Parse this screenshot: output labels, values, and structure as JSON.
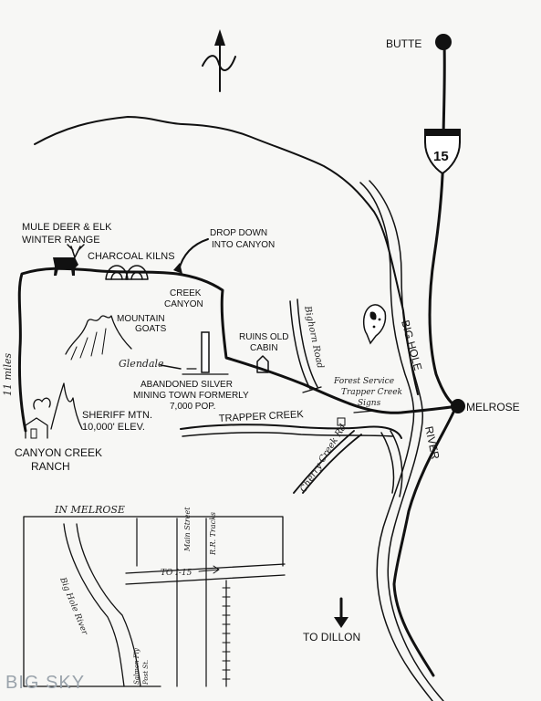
{
  "labels": {
    "butte": "BUTTE",
    "interstate_shield": "15",
    "melrose": "MELROSE",
    "to_dillon": "TO DILLON",
    "mule_deer_1": "MULE DEER & ELK",
    "mule_deer_2": "WINTER RANGE",
    "charcoal_kilns": "CHARCOAL KILNS",
    "drop_down_1": "DROP DOWN",
    "drop_down_2": "INTO CANYON",
    "creek_canyon_1": "CREEK",
    "creek_canyon_2": "CANYON",
    "mountain_goats_1": "MOUNTAIN",
    "mountain_goats_2": "GOATS",
    "ruins_1": "RUINS OLD",
    "ruins_2": "CABIN",
    "bighorn_road": "Bighorn Road",
    "glendale": "Glendale",
    "abandoned_1": "ABANDONED SILVER",
    "abandoned_2": "MINING TOWN FORMERLY",
    "abandoned_3": "7,000 POP.",
    "forest_service_1": "Forest Service",
    "forest_service_2": "Trapper Creek",
    "forest_service_3": "Signs",
    "big_hole": "BIG HOLE",
    "river": "RIVER",
    "trapper_creek": "TRAPPER CREEK",
    "eleven_miles": "11 miles",
    "sheriff_1": "SHERIFF MTN.",
    "sheriff_2": "10,000' ELEV.",
    "canyon_creek_1": "CANYON CREEK",
    "canyon_creek_2": "RANCH",
    "cherry_creek": "Cherry Creek Rd",
    "in_melrose": "IN MELROSE",
    "main_street": "Main Street",
    "rr_tracks": "R.R. Tracks",
    "big_hole_river_inset": "Big Hole River",
    "to_i15": "TO I-15",
    "salmon_fly": "Salmon Fly",
    "salmon_fly_2": "Post St.",
    "watermark": "BIG SKY"
  },
  "icons": {
    "north_arrow": "north-arrow-icon",
    "city_marker": "city-dot-icon",
    "interstate": "interstate-shield-icon",
    "elk": "elk-icon",
    "kilns": "charcoal-kiln-icon",
    "fish": "trout-icon",
    "smokestack": "smokestack-icon",
    "cabin": "cabin-icon"
  },
  "colors": {
    "ink": "#111111",
    "paper": "#f7f7f5",
    "watermark": "#9aa3ab"
  }
}
